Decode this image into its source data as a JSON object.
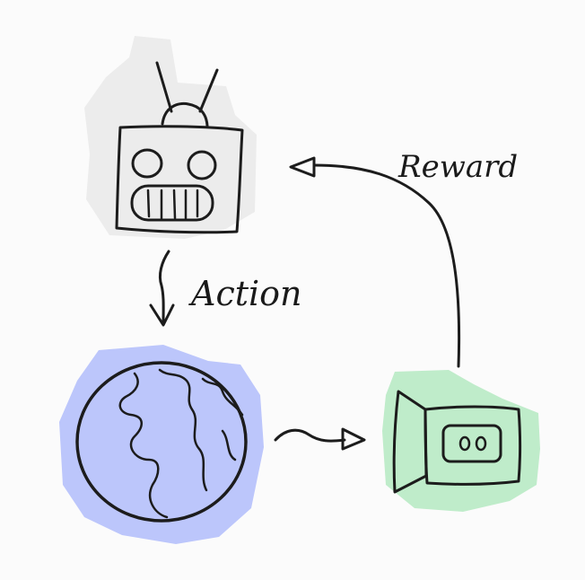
{
  "diagram": {
    "nodes": {
      "agent": {
        "icon": "robot-icon",
        "highlight": "#ececec"
      },
      "environment": {
        "icon": "globe-icon",
        "highlight": "#bcc6fb"
      },
      "observer": {
        "icon": "camera-icon",
        "highlight": "#bfecca"
      }
    },
    "edges": {
      "action": {
        "label": "Action",
        "from": "agent",
        "to": "environment"
      },
      "observation": {
        "from": "environment",
        "to": "observer"
      },
      "reward": {
        "label": "Reward",
        "from": "observer",
        "to": "agent"
      }
    },
    "ink_color": "#1c1c1c"
  }
}
